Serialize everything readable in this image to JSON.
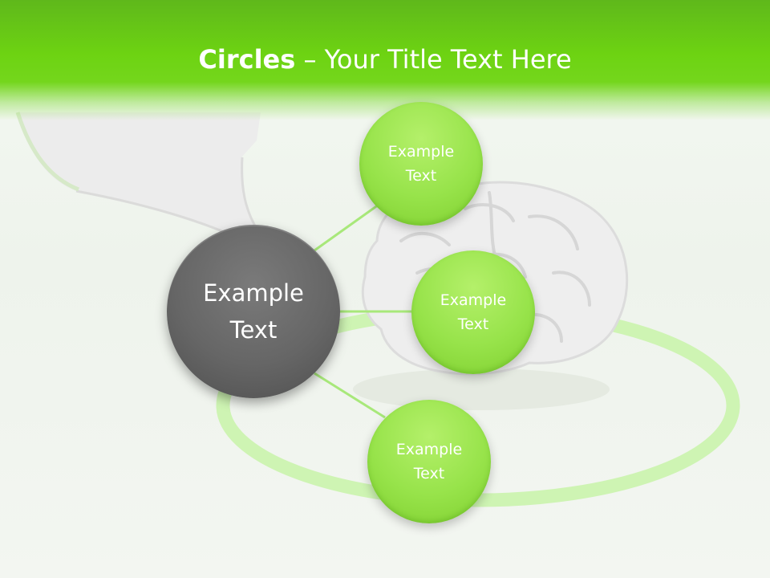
{
  "slide": {
    "title_bold": "Circles",
    "title_rest": " – Your Title Text Here"
  },
  "diagram": {
    "center": {
      "label": "Example Text"
    },
    "nodes": [
      {
        "label": "Example Text"
      },
      {
        "label": "Example Text"
      },
      {
        "label": "Example Text"
      }
    ]
  },
  "colors": {
    "header_green": "#6dd312",
    "node_green": "#97e34a",
    "center_gray": "#666666",
    "connector_green": "#a8e87a",
    "ring_green": "#c8f3a8"
  },
  "icons": [
    "brain-illustration",
    "funnel-illustration"
  ]
}
